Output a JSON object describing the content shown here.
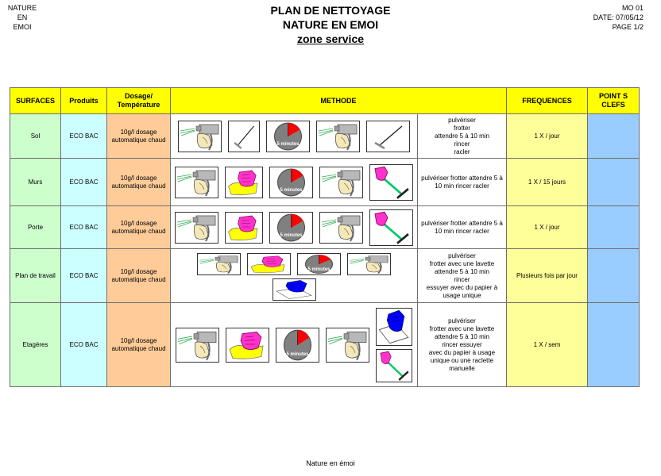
{
  "header": {
    "left": [
      "NATURE",
      "EN",
      "EMOI"
    ],
    "title1": "PLAN DE NETTOYAGE",
    "title2": "NATURE EN EMOI",
    "title3": "zone service",
    "right": [
      "MO 01",
      "DATE: 07/05/12",
      "PAGE  1/2"
    ]
  },
  "table": {
    "headers": {
      "surfaces": "SURFACES",
      "produits": "Produits",
      "dosage": "Dosage/ Température",
      "methode": "METHODE",
      "frequences": "FREQUENCES",
      "points": "POINT S CLEFS"
    },
    "rows": [
      {
        "surface": "Sol",
        "produit": "ECO BAC",
        "dosage": "10g/l dosage automatique chaud",
        "clock": "5 minutes",
        "description": "pulvériser\nfrotter\nattendre 5 à 10 min\nrincer\nracler",
        "frequence": "1 X / jour"
      },
      {
        "surface": "Murs",
        "produit": "ECO BAC",
        "dosage": "10g/l dosage automatique chaud",
        "clock": "5 minutes",
        "description": "pulvériser frotter attendre 5 à 10 min rincer racler",
        "frequence": "1 X / 15 jours"
      },
      {
        "surface": "Porte",
        "produit": "ECO BAC",
        "dosage": "10g/l dosage automatique chaud",
        "clock": "5 minutes",
        "description": "pulvériser frotter attendre 5 à 10 min rincer racler",
        "frequence": "1 X / jour"
      },
      {
        "surface": "Plan de travail",
        "produit": "ECO BAC",
        "dosage": "10g/l dosage automatique chaud",
        "clock": "5 minutes",
        "description": "pulvériser\nfrotter avec une lavette\nattendre 5 à 10 min\nrincer\nessuyer avec du papier à usage unique",
        "frequence": "Plusieurs fois par jour"
      },
      {
        "surface": "Etagères",
        "produit": "ECO BAC",
        "dosage": "10g/l dosage automatique chaud",
        "clock": "5 minutes",
        "description": "pulvériser\nfrotter avec une lavette\nattendre 5 à 10 min\nrincer                          essuyer\navec du papier à usage\nunique ou une raclette\nmanuelle",
        "frequence": "1 X / sem"
      }
    ]
  },
  "footer": "Nature en émoi",
  "colors": {
    "header_yellow": "#ffff00",
    "surface_green": "#ccffcc",
    "product_cyan": "#ccffff",
    "dosage_orange": "#ffcc99",
    "frequency_yellow": "#ffff99",
    "points_blue": "#99ccff",
    "clock_red": "#ff0000",
    "cloth_yellow": "#ffff00",
    "glove_pink": "#ff33cc",
    "glove_blue": "#0000ff",
    "squeegee_green": "#00cc66"
  },
  "icons": [
    "spray-bottle-icon",
    "floor-squeegee-icon",
    "scrub-cloth-icon",
    "clock-icon",
    "rinse-spray-icon",
    "wall-squeegee-icon",
    "wipe-paper-icon"
  ]
}
